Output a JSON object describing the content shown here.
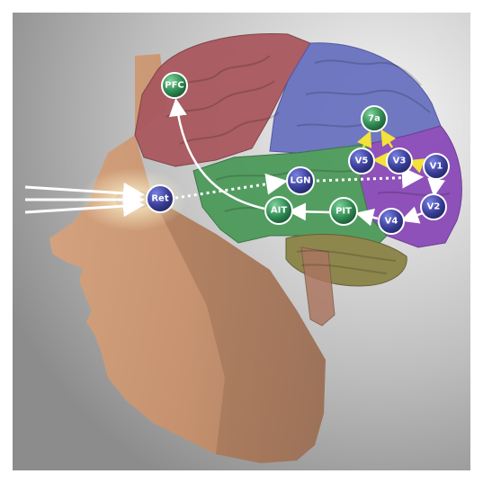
{
  "diagram": {
    "nodes": [
      {
        "id": "pfc",
        "label": "PFC",
        "type": "green"
      },
      {
        "id": "ret",
        "label": "Ret",
        "type": "blue"
      },
      {
        "id": "lgn",
        "label": "LGN",
        "type": "blue"
      },
      {
        "id": "ait",
        "label": "AIT",
        "type": "green"
      },
      {
        "id": "pit",
        "label": "PIT",
        "type": "green"
      },
      {
        "id": "7a",
        "label": "7a",
        "type": "green"
      },
      {
        "id": "v5",
        "label": "V5",
        "type": "blue"
      },
      {
        "id": "v3",
        "label": "V3",
        "type": "blue"
      },
      {
        "id": "v1",
        "label": "V1",
        "type": "blue"
      },
      {
        "id": "v2",
        "label": "V2",
        "type": "blue"
      },
      {
        "id": "v4",
        "label": "V4",
        "type": "blue"
      }
    ],
    "colors": {
      "frontal_lobe": "#a9585e",
      "parietal_lobe": "#6a72c0",
      "temporal_lobe": "#4d9a5a",
      "occipital_lobe": "#8a4ab8",
      "cerebellum": "#8a8346",
      "node_blue": "#3a3f9a",
      "node_green": "#2f8a52",
      "arrow_dorsal": "#f2e23a",
      "arrow_white": "#ffffff"
    }
  }
}
